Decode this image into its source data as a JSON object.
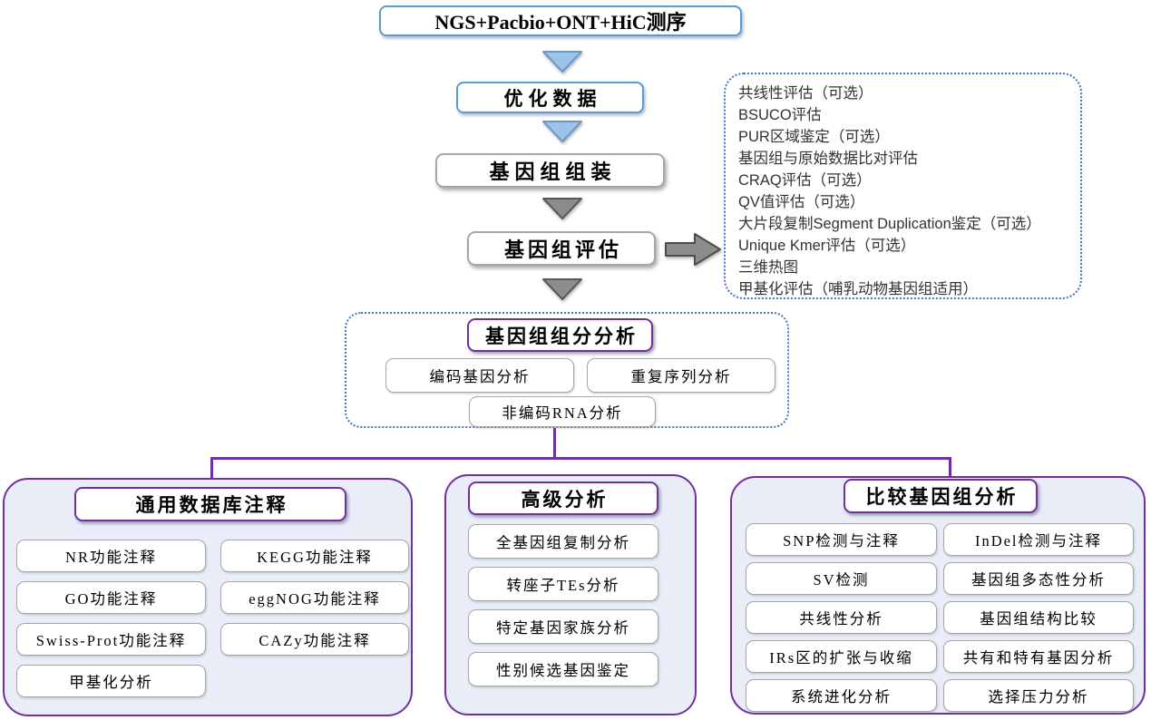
{
  "flow": {
    "sequencing": "NGS+Pacbio+ONT+HiC测序",
    "optimize": "优化数据",
    "assembly": "基因组组装",
    "evaluation": "基因组评估"
  },
  "evaluation_list": {
    "items": [
      "共线性评估（可选）",
      "BSUCO评估",
      "PUR区域鉴定（可选）",
      "基因组与原始数据比对评估",
      "CRAQ评估（可选）",
      "QV值评估（可选）",
      "大片段复制Segment Duplication鉴定（可选）",
      "Unique Kmer评估（可选）",
      "三维热图",
      "甲基化评估（哺乳动物基因组适用）"
    ]
  },
  "composition": {
    "title": "基因组组分分析",
    "items": [
      "编码基因分析",
      "重复序列分析",
      "非编码RNA分析"
    ]
  },
  "panels": {
    "database": {
      "title": "通用数据库注释",
      "items": [
        "NR功能注释",
        "KEGG功能注释",
        "GO功能注释",
        "eggNOG功能注释",
        "Swiss-Prot功能注释",
        "CAZy功能注释",
        "甲基化分析"
      ]
    },
    "advanced": {
      "title": "高级分析",
      "items": [
        "全基因组复制分析",
        "转座子TEs分析",
        "特定基因家族分析",
        "性别候选基因鉴定"
      ]
    },
    "comparative": {
      "title": "比较基因组分析",
      "items": [
        "SNP检测与注释",
        "InDel检测与注释",
        "SV检测",
        "基因组多态性分析",
        "共线性分析",
        "基因组结构比较",
        "IRs区的扩张与收缩",
        "共有和特有基因分析",
        "系统进化分析",
        "选择压力分析"
      ]
    }
  },
  "colors": {
    "blue": "#5B9BD5",
    "blue_arrow_fill": "#9DC3E6",
    "blue_arrow_stroke": "#6C98C9",
    "gray_arrow_fill": "#8C8C8C",
    "gray_arrow_stroke": "#595959",
    "dotted": "#4472C4",
    "purple": "#7030A0",
    "panel_bg": "#E9EDF8",
    "item_border": "#A6A6A6"
  }
}
